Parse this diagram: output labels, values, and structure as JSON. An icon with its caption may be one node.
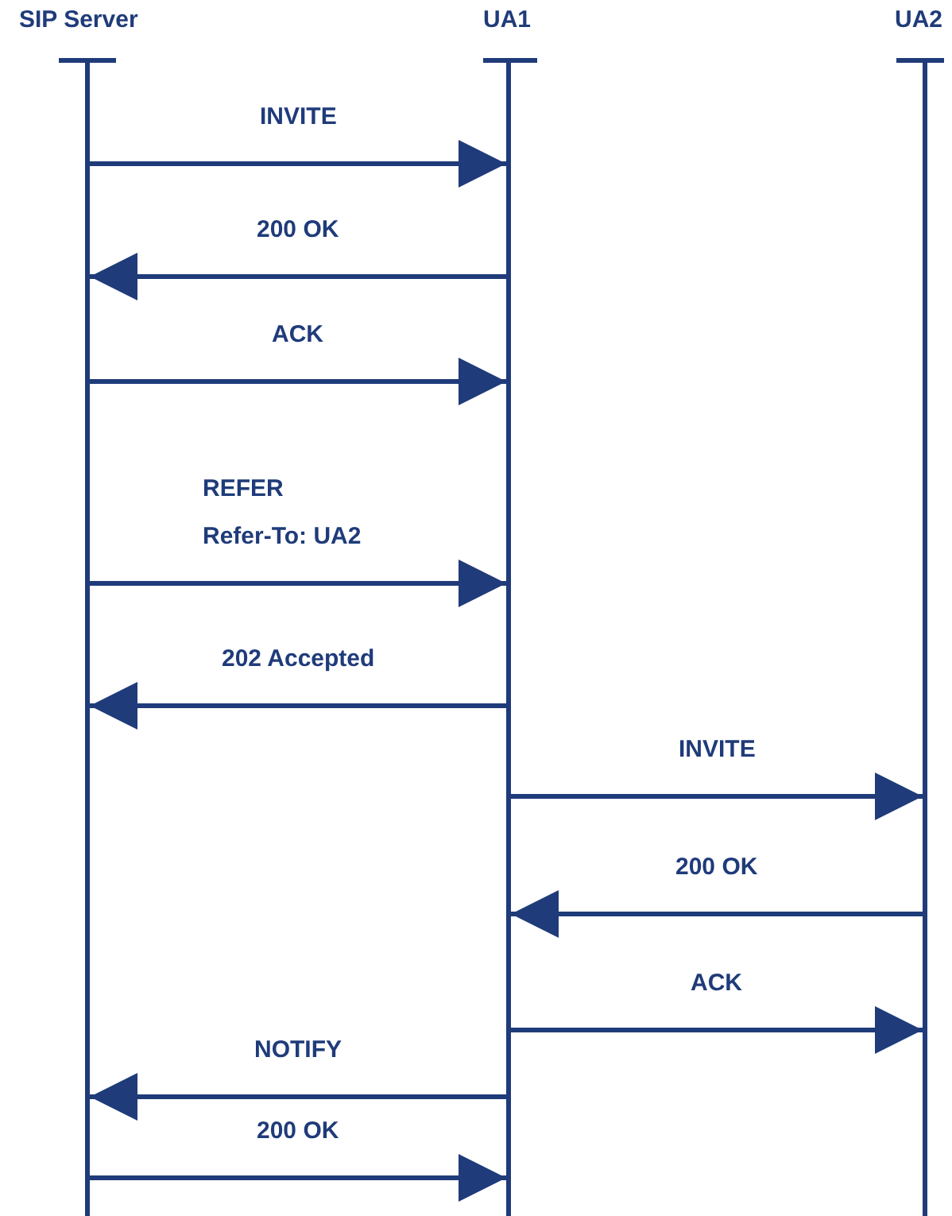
{
  "diagram": {
    "nodes": [
      {
        "text": [
          "SIP Server"
        ]
      },
      {
        "text": [
          "UA1"
        ]
      },
      {
        "text": [
          "UA2"
        ]
      }
    ],
    "edges": [
      {
        "from": 0,
        "to": 1,
        "arrow": "to",
        "label": "INVITE"
      },
      {
        "from": 1,
        "to": 0,
        "arrow": "to",
        "label": "200 OK"
      },
      {
        "from": 0,
        "to": 1,
        "arrow": "to",
        "label": "ACK"
      },
      {
        "from": 0,
        "to": 1,
        "arrow": "to",
        "label": "REFER Refer-To: UA2"
      },
      {
        "from": 1,
        "to": 0,
        "arrow": "to",
        "label": "202 Accepted"
      },
      {
        "from": 1,
        "to": 2,
        "arrow": "to",
        "label": "INVITE"
      },
      {
        "from": 2,
        "to": 1,
        "arrow": "to",
        "label": "200 OK"
      },
      {
        "from": 1,
        "to": 2,
        "arrow": "to",
        "label": "ACK"
      },
      {
        "from": 1,
        "to": 0,
        "arrow": "to",
        "label": "NOTIFY"
      },
      {
        "from": 0,
        "to": 1,
        "arrow": "to",
        "label": "200 OK"
      }
    ]
  }
}
